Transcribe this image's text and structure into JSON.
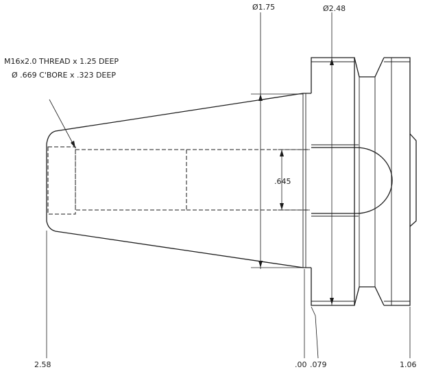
{
  "drawing": {
    "dimensions": {
      "dia_tip": "Ø1.75",
      "dia_flange": "Ø2.48",
      "bore_height": ".645",
      "ord_left": "2.58",
      "ord_zero": ".00",
      "ord_079": ".079",
      "ord_right": "1.06"
    },
    "notes": {
      "thread": "M16x2.0 THREAD x 1.25 DEEP",
      "counterbore": "Ø .669 C'BORE x .323 DEEP"
    }
  }
}
